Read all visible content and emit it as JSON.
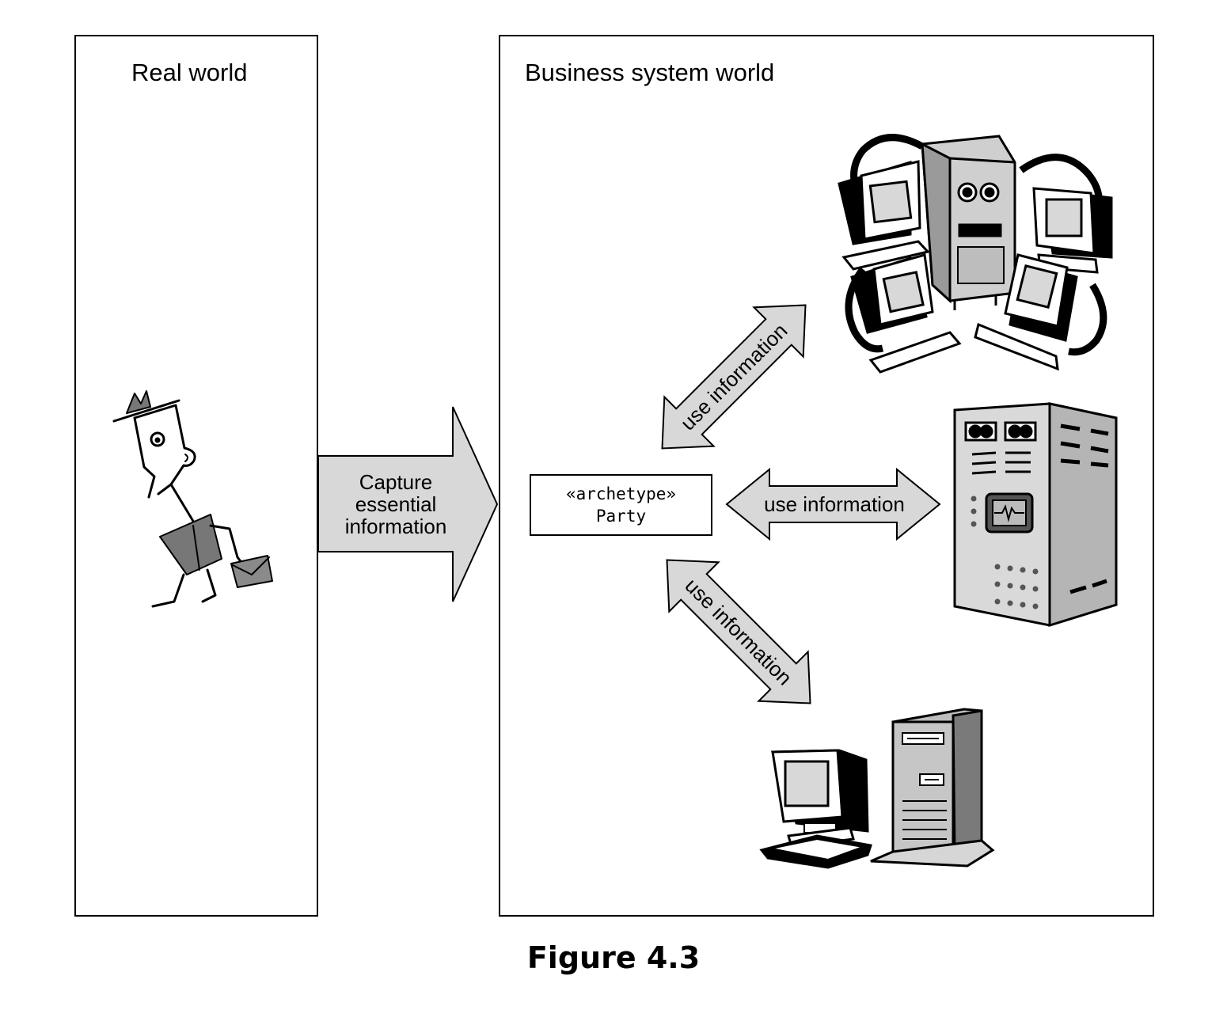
{
  "panels": {
    "real_world_title": "Real world",
    "business_world_title": "Business system world"
  },
  "capture_arrow": {
    "line1": "Capture",
    "line2": "essential",
    "line3": "information"
  },
  "archetype": {
    "stereotype": "«archetype»",
    "name": "Party"
  },
  "use_arrows": {
    "upper_label": "use information",
    "middle_label": "use information",
    "lower_label": "use information"
  },
  "icons": {
    "person": "walking-businessman-icon",
    "network": "computer-network-icon",
    "mainframe": "mainframe-server-icon",
    "desktop": "desktop-computer-icon"
  },
  "colors": {
    "arrow_fill": "#d8d8d8",
    "stroke": "#000000",
    "device_gray": "#c8c8c8"
  },
  "caption": "Figure 4.3"
}
